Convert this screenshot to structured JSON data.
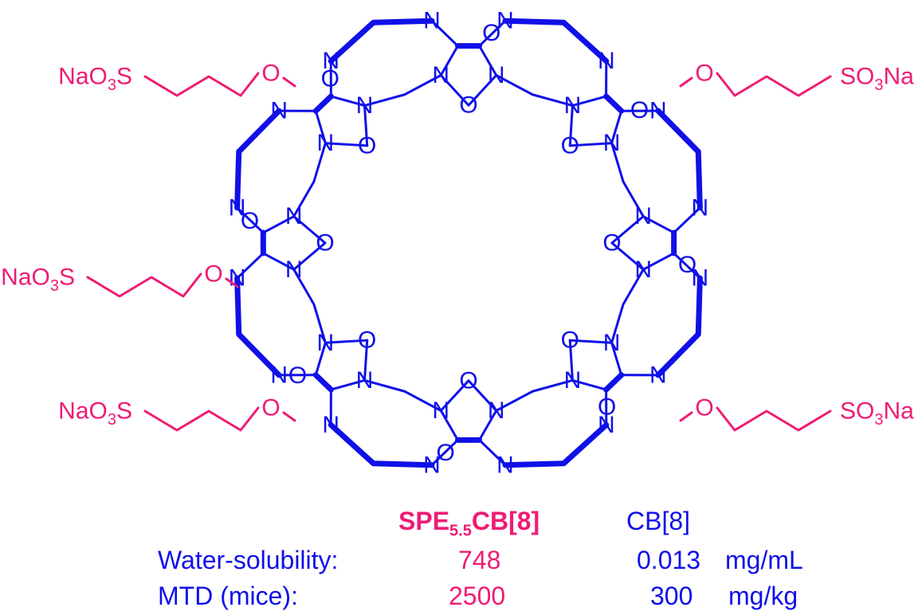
{
  "structure": {
    "atoms": {
      "nitrogen": "N",
      "oxygen": "O"
    },
    "substituent": {
      "prefix": "NaO",
      "sub": "3",
      "suffix": "S",
      "right_prefix": "SO",
      "right_sub": "3",
      "right_suffix": "Na"
    }
  },
  "table": {
    "header_compound": {
      "main": "SPE",
      "sub": "5.5",
      "rest": "CB[8]"
    },
    "header_reference": "CB[8]",
    "rows": [
      {
        "label": "Water-solubility:",
        "compound": "748",
        "reference": "0.013",
        "unit": "mg/mL"
      },
      {
        "label": "MTD (mice):",
        "compound": "2500",
        "reference": "300",
        "unit": "mg/kg"
      }
    ]
  },
  "colors": {
    "blue": "#1010e8",
    "pink": "#ee1c74"
  }
}
